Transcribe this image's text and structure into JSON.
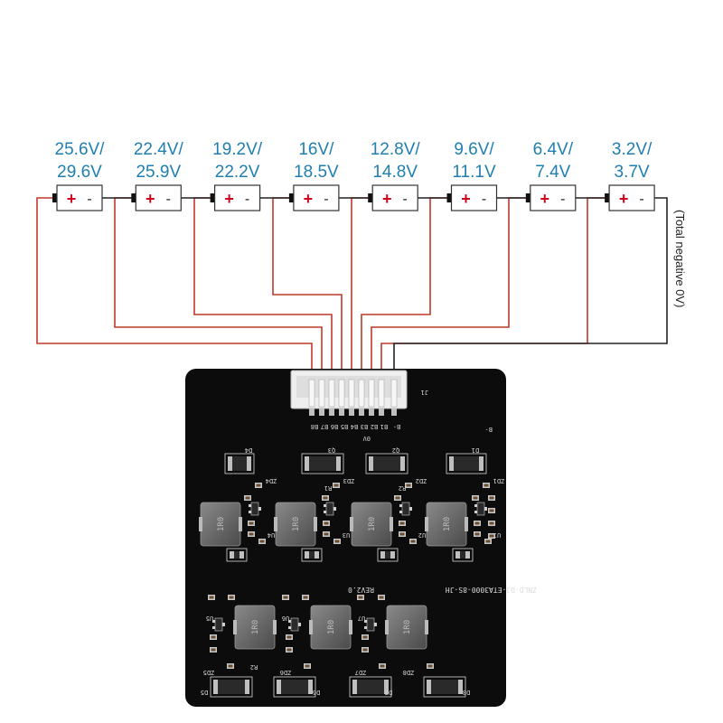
{
  "diagram": {
    "batteries": [
      {
        "line1": "25.6V/",
        "line2": "29.6V"
      },
      {
        "line1": "22.4V/",
        "line2": "25.9V"
      },
      {
        "line1": "19.2V/",
        "line2": "22.2V"
      },
      {
        "line1": "16V/",
        "line2": "18.5V"
      },
      {
        "line1": "12.8V/",
        "line2": "14.8V"
      },
      {
        "line1": "9.6V/",
        "line2": "11.1V"
      },
      {
        "line1": "6.4V/",
        "line2": "7.4V"
      },
      {
        "line1": "3.2V/",
        "line2": "3.7V"
      }
    ],
    "plus_sign": "+",
    "minus_sign": "-",
    "negative_label": "(Total negative 0V)",
    "colors": {
      "wire_red": "#c0392b",
      "wire_dark": "#222222",
      "label_blue": "#1f7fb0",
      "board": "#0c0c0c",
      "plus_red": "#d0021b"
    }
  },
  "board": {
    "connector_pins": [
      "B8",
      "B7",
      "B6",
      "B5",
      "B4",
      "B3",
      "B2",
      "B1",
      "B-"
    ],
    "connector_ref": "J1",
    "top_labels": {
      "ov": "0V",
      "bminus": "B-"
    },
    "diodes_top": [
      "D4",
      "Q3",
      "Q2",
      "D1"
    ],
    "zeners_top": [
      "ZD4",
      "ZD3",
      "ZD2",
      "ZD1"
    ],
    "u_top": [
      "U4",
      "U3",
      "U2",
      "U1"
    ],
    "resistors_top": [
      "R1",
      "R2"
    ],
    "coil_label": "1R0",
    "revision": "REV2.0",
    "part_number": "ZNLD-DJ-ETA3000-8S-JH",
    "u_bottom": [
      "U5",
      "U6",
      "U7"
    ],
    "zeners_bottom": [
      "ZD5",
      "ZD6",
      "ZD7",
      "ZD8"
    ],
    "diodes_bottom": [
      "D5",
      "D6",
      "D7",
      "D8"
    ],
    "r_bottom": "R2"
  }
}
